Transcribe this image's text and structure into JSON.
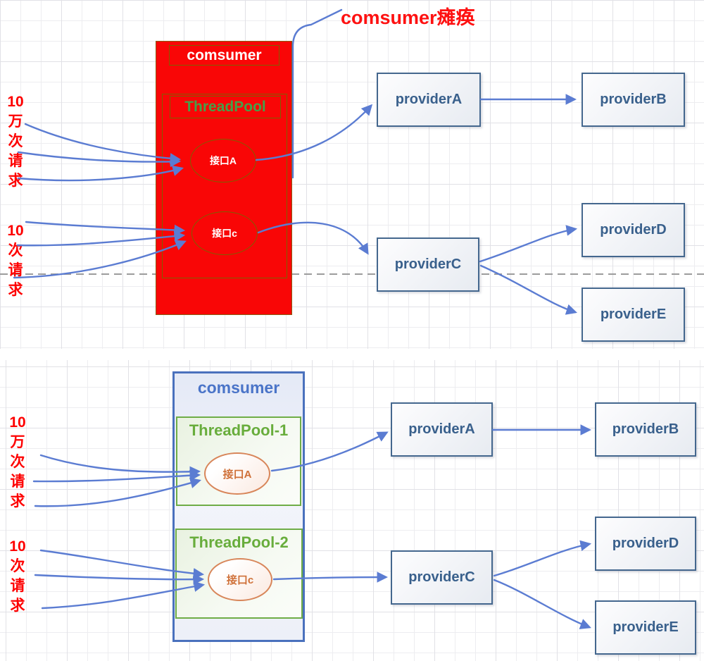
{
  "top": {
    "title": "comsumer瘫痪",
    "consumer": "comsumer",
    "threadpool": "ThreadPool",
    "interfaceA": "接口A",
    "interfaceC": "接口c",
    "label100k": "10\n万\n次\n请\n求",
    "label10": "10\n次\n请\n求",
    "providerA": "providerA",
    "providerB": "providerB",
    "providerC": "providerC",
    "providerD": "providerD",
    "providerE": "providerE"
  },
  "bottom": {
    "consumer": "comsumer",
    "threadpool1": "ThreadPool-1",
    "threadpool2": "ThreadPool-2",
    "interfaceA": "接口A",
    "interfaceC": "接口c",
    "label100k": "10\n万\n次\n请\n求",
    "label10": "10\n次\n请\n求",
    "providerA": "providerA",
    "providerB": "providerB",
    "providerC": "providerC",
    "providerD": "providerD",
    "providerE": "providerE"
  },
  "colors": {
    "consumer_fail_red": "#f90606",
    "annotation_red": "#fe0000",
    "arrow_blue": "#5b7cd2",
    "provider_border": "#44678e",
    "provider_text": "#39608c",
    "pool_green": "#6fad47",
    "consumer_blue": "#4a71bd",
    "interface_orange": "#d8865a",
    "olive_border": "#7f6000",
    "dashed_gray": "#9c9c9c"
  }
}
